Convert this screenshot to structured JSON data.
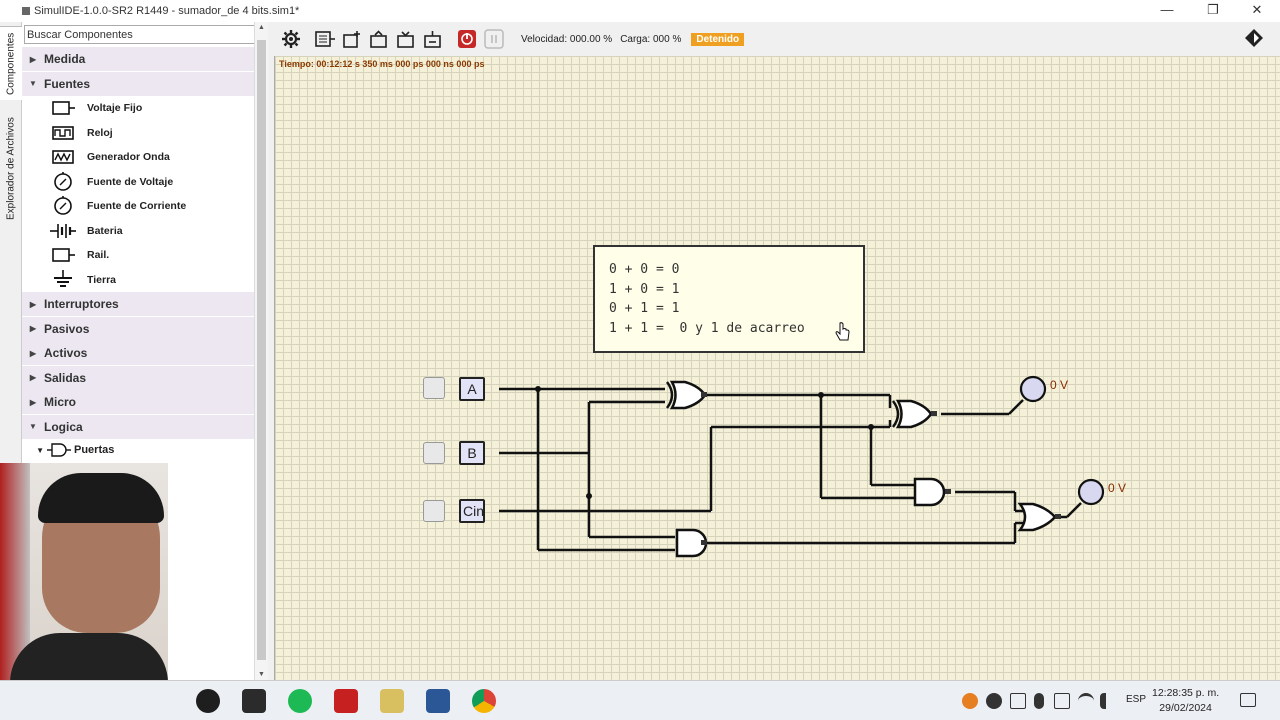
{
  "window": {
    "title": "SimulIDE-1.0.0-SR2 R1449 - sumador_de 4 bits.sim1*",
    "minimize": "—",
    "maximize": "❐",
    "close": "✕"
  },
  "left_tabs": [
    "Componentes",
    "Explorador de Archivos"
  ],
  "search": {
    "placeholder": "Buscar Componentes"
  },
  "tree": {
    "medida": "Medida",
    "fuentes": "Fuentes",
    "fuentes_items": [
      "Voltaje Fijo",
      "Reloj",
      "Generador Onda",
      "Fuente de Voltaje",
      "Fuente de Corriente",
      "Bateria",
      "Rail.",
      "Tierra"
    ],
    "categories": [
      "Interruptores",
      "Pasivos",
      "Activos",
      "Salidas",
      "Micro",
      "Logica"
    ],
    "logica_sub": "Puertas"
  },
  "toolbar": {
    "speed": "Velocidad: 000.00 %",
    "load": "Carga: 000 %",
    "status": "Detenido",
    "status_color": "#f0a020"
  },
  "canvas": {
    "sim_time": "Tiempo: 00:12:12 s  350 ms  000 ps  000 ns  000 ps",
    "note": "0 + 0 = 0\n1 + 0 = 1\n0 + 1 = 1\n1 + 1 =  0 y 1 de acarreo",
    "inputs": [
      "A",
      "B",
      "Cin"
    ],
    "probe_sum": "0 V",
    "probe_carry": "0 V"
  },
  "taskbar": {
    "lang": "ESP",
    "time": "12:28:35 p. m.",
    "date": "29/02/2024"
  }
}
